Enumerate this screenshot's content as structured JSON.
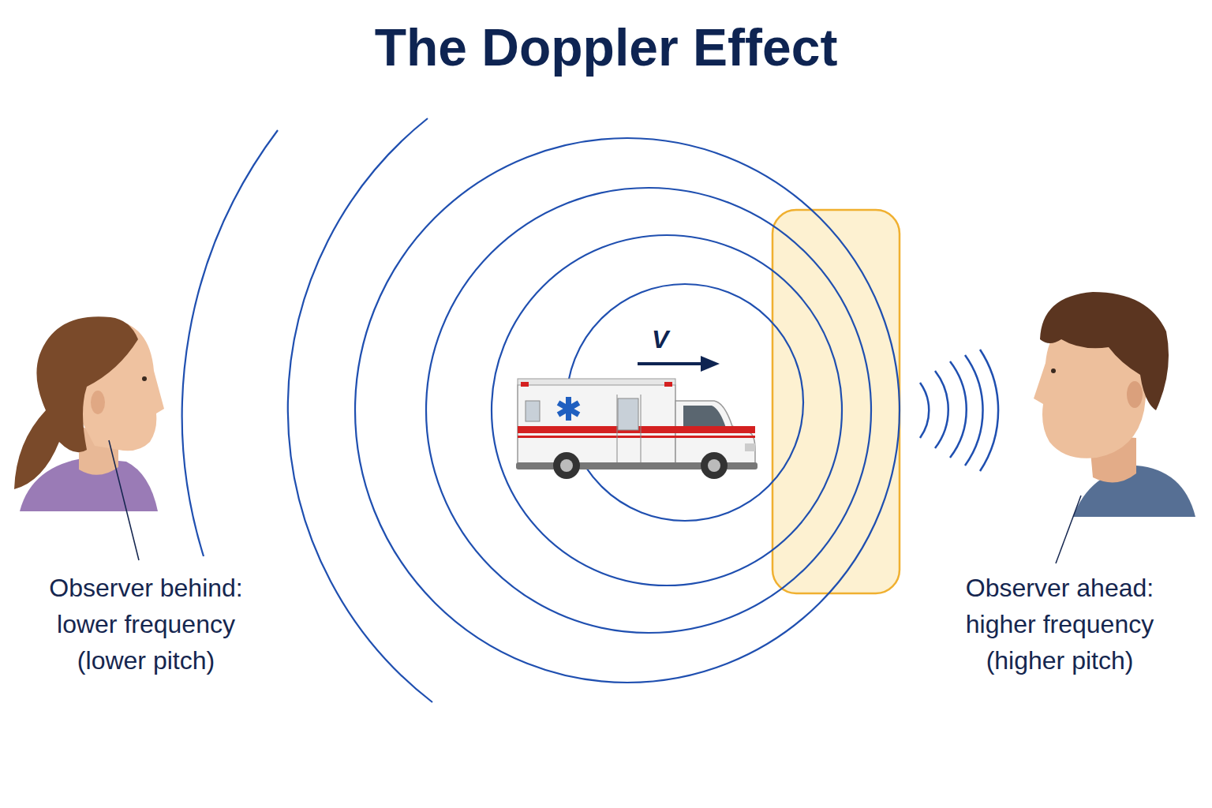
{
  "diagram": {
    "title": "The Doppler Effect",
    "labels": [
      "V",
      "Observer behind: lower frequency (lower pitch)",
      "Observer ahead: higher frequency (higher pitch)"
    ]
  }
}
